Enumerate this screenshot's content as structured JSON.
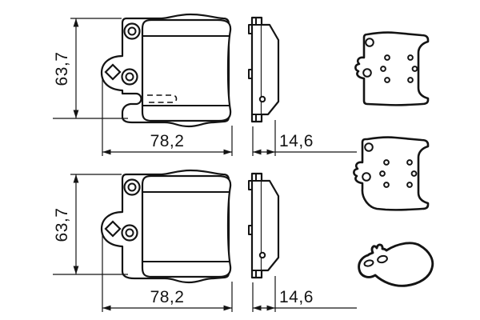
{
  "drawing": {
    "front_top": {
      "height": "63,7",
      "width": "78,2"
    },
    "side_top": {
      "thickness": "14,6"
    },
    "front_bottom": {
      "height": "63,7",
      "width": "78,2"
    },
    "side_bottom": {
      "thickness": "14,6"
    }
  },
  "colors": {
    "line": "#141414",
    "background": "#ffffff"
  }
}
